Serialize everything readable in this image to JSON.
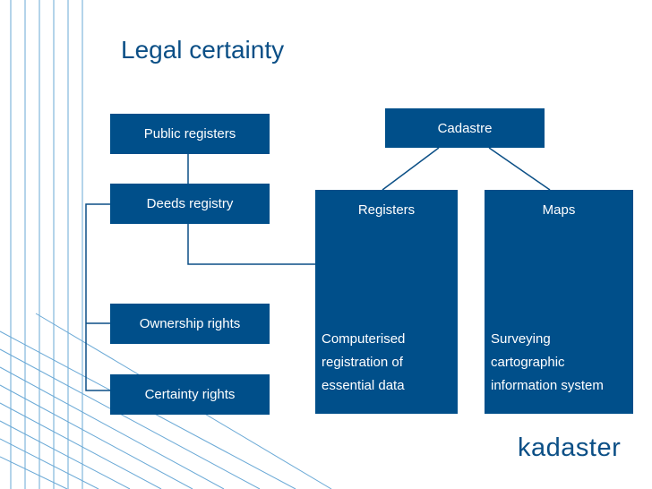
{
  "title": "Legal certainty",
  "left_column": [
    {
      "id": "public",
      "label": "Public registers"
    },
    {
      "id": "deeds",
      "label": "Deeds registry"
    },
    {
      "id": "ownership",
      "label": "Ownership rights"
    },
    {
      "id": "certainty",
      "label": "Certainty rights"
    }
  ],
  "cadastre": {
    "label": "Cadastre",
    "children": [
      {
        "id": "registers",
        "label": "Registers",
        "description": [
          "Computerised",
          "registration of",
          "essential data"
        ]
      },
      {
        "id": "maps",
        "label": "Maps",
        "description": [
          "Surveying",
          "cartographic",
          "information system"
        ]
      }
    ]
  },
  "logo_text": "kadaster",
  "colors": {
    "box": "#004f8a",
    "title": "#0b4f86",
    "connector": "#0b4f86",
    "decor": "#6aa9d6"
  }
}
